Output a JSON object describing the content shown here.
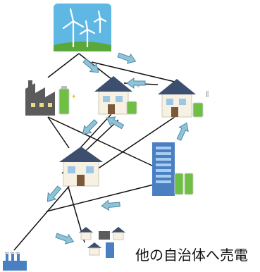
{
  "caption": "他の自治体へ売電",
  "nodes": [
    {
      "id": "wind-farm",
      "icon": "wind-turbine-icon"
    },
    {
      "id": "factory",
      "icon": "factory-with-battery-icon"
    },
    {
      "id": "house-center",
      "icon": "house-with-battery-icon"
    },
    {
      "id": "house-right",
      "icon": "house-with-battery-icon"
    },
    {
      "id": "house-middle",
      "icon": "house-icon"
    },
    {
      "id": "office-building",
      "icon": "office-building-with-battery-icon"
    },
    {
      "id": "power-plant",
      "icon": "power-plant-icon"
    },
    {
      "id": "other-municipality",
      "icon": "town-cluster-icon"
    }
  ],
  "colors": {
    "line": "#111111",
    "arrow": "#8fc3d8",
    "sky_blue": "#5fb7e4",
    "grass": "#5aa83a",
    "battery": "#6fbf45",
    "factory": "#5b5b5b",
    "building": "#4a7fc1",
    "roof": "#3c4f6e",
    "wall": "#f7f1e3"
  }
}
